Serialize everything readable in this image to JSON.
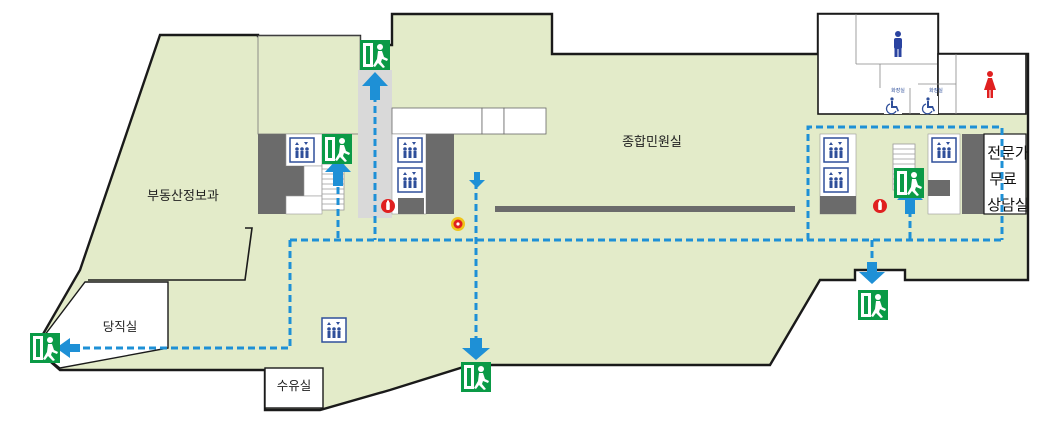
{
  "rooms": {
    "real_estate": "부동산정보과",
    "civil_service": "종합민원실",
    "duty_room": "당직실",
    "nursing_room": "수유실",
    "consult_line1": "전문가",
    "consult_line2": "무료",
    "consult_line3": "상담실"
  },
  "facility": {
    "accessible_wc_label": "화장실"
  },
  "colors": {
    "floor": "#e3ebc9",
    "wall": "#1a1a1a",
    "room_white": "#ffffff",
    "core_gray": "#6b6b6b",
    "corridor_gray": "#d9d9d9",
    "evac_blue": "#1e90d6",
    "exit_green": "#0a9a46",
    "elevator_blue": "#2f4f9a",
    "female_red": "#e02020",
    "male_blue": "#2a43a0"
  },
  "icons": {
    "exit": "emergency-exit-sign-icon",
    "elevator": "elevator-icon",
    "extinguisher": "fire-extinguisher-icon",
    "alarm": "fire-alarm-icon",
    "male": "male-restroom-icon",
    "female": "female-restroom-icon",
    "wheelchair": "wheelchair-icon"
  }
}
